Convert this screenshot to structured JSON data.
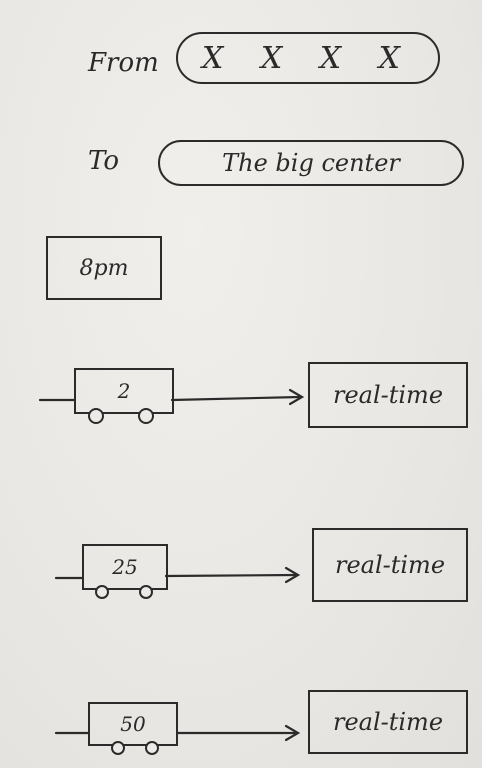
{
  "form": {
    "from_label": "From",
    "from_value": "X X X X",
    "to_label": "To",
    "to_value": "The big center"
  },
  "time": {
    "value": "8pm"
  },
  "rows": [
    {
      "vehicle_number": "2",
      "status": "real-time"
    },
    {
      "vehicle_number": "25",
      "status": "real-time"
    },
    {
      "vehicle_number": "50",
      "status": "real-time"
    }
  ]
}
